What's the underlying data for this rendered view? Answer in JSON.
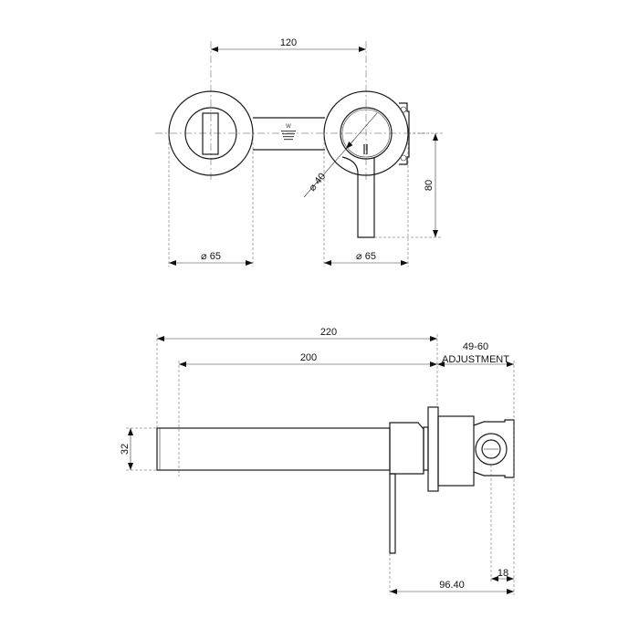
{
  "drawing": {
    "top_view": {
      "dim_centers": "120",
      "dim_left_diameter": "⌀ 65",
      "dim_right_diameter": "⌀ 65",
      "dim_inner_diameter": "⌀ 40",
      "dim_lever_drop": "80",
      "logo_text": "WaterMark"
    },
    "side_view": {
      "dim_overall": "220",
      "dim_spout": "200",
      "dim_adjust_range": "49-60",
      "dim_adjust_label": "ADJUSTMENT",
      "dim_spout_height": "32",
      "dim_body_depth": "96.40",
      "dim_back": "18"
    }
  }
}
